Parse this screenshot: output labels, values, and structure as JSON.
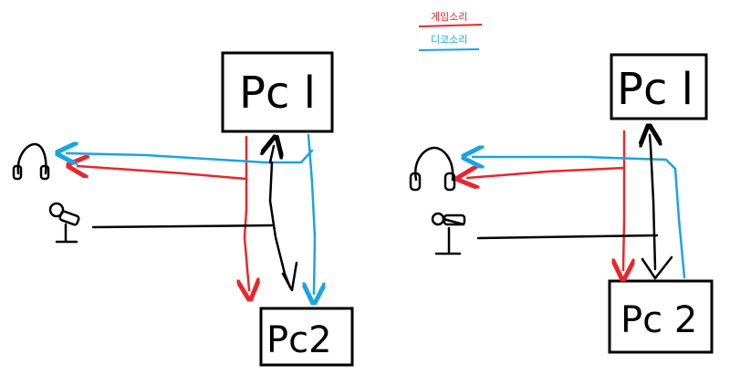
{
  "legend": {
    "game_sound": {
      "label": "게임소리",
      "color": "#e8272b"
    },
    "discord_sound": {
      "label": "디코소리",
      "color": "#1aa4e0"
    }
  },
  "left": {
    "pc1_label": "Pc l",
    "pc2_label": "Pc2",
    "headphone_icon": "headphone-icon",
    "mic_icon": "microphone-icon"
  },
  "right": {
    "pc1_label": "Pc l",
    "pc2_label": "Pc 2",
    "headphone_icon": "headphone-icon",
    "mic_icon": "microphone-icon"
  },
  "colors": {
    "game": "#e8272b",
    "discord": "#1aa4e0",
    "mic_line": "#000000"
  }
}
